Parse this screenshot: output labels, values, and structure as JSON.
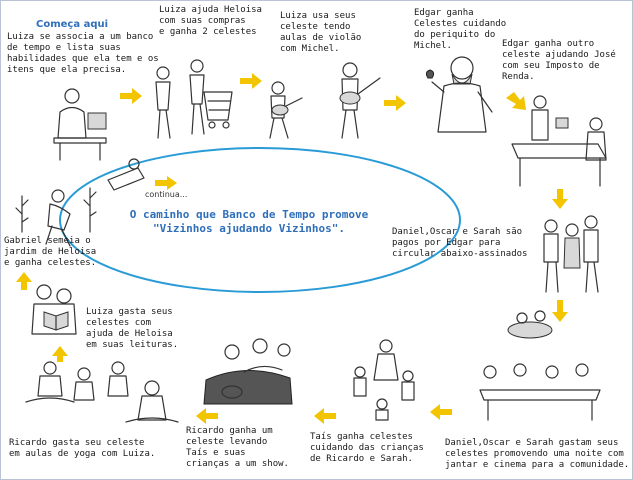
{
  "colors": {
    "accent": "#2f6fba",
    "arrow": "#f2c500",
    "ellipse": "#2a9bd6",
    "text": "#1a1a1a"
  },
  "start": {
    "title": "Começa aqui",
    "text": "Luiza se associa a um banco\nde tempo e lista suas\nhabilidades que ela tem e os\nitens que ela precisa."
  },
  "steps": [
    {
      "text": "Luiza ajuda Heloisa\ncom suas compras\ne ganha 2 celestes"
    },
    {
      "text": "Luiza usa seus\nceleste tendo\naulas de violão\ncom Michel."
    },
    {
      "text": "Edgar ganha\nCelestes cuidando\ndo periquito do\nMichel."
    },
    {
      "text": "Edgar ganha outro\nceleste ajudando José\ncom seu Imposto de\nRenda."
    },
    {
      "text": "Daniel,Oscar e Sarah são\npagos por Edgar para\ncircular abaixo-assinados"
    },
    {
      "text": "Daniel,Oscar e Sarah gastam seus\ncelestes promovendo uma noite com\njantar e cinema para a comunidade."
    },
    {
      "text": "Taís ganha celestes\ncuidando das crianças\nde Ricardo e Sarah."
    },
    {
      "text": "Ricardo ganha um\nceleste levando\nTaís e suas\ncrianças a um show."
    },
    {
      "text": "Ricardo gasta seu celeste\nem aulas de yoga com Luiza."
    },
    {
      "text": "Luiza gasta seus\ncelestes com\najuda de Heloisa\nem suas leituras."
    },
    {
      "text": "Gabriel semeia o\njardim de Heloisa\ne ganha celestes."
    }
  ],
  "center": {
    "text": "O caminho que Banco de Tempo promove\n\"Vizinhos ajudando Vizinhos\"."
  },
  "continue_label": "continua..."
}
